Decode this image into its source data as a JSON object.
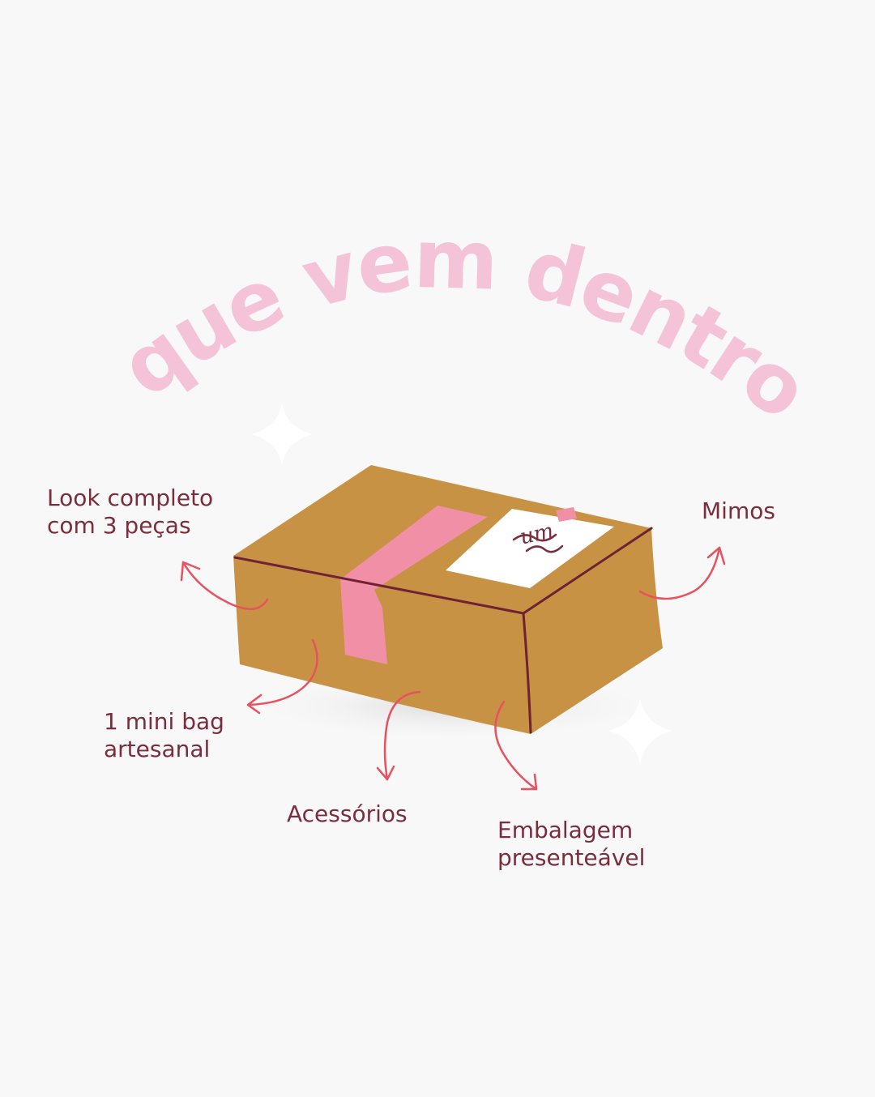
{
  "title": "o que vem dentro?",
  "box_note": "um",
  "items": [
    {
      "id": "look",
      "label": "Look completo\ncom 3 peças"
    },
    {
      "id": "mimos",
      "label": "Mimos"
    },
    {
      "id": "bag",
      "label": "1 mini bag\nartesanal"
    },
    {
      "id": "acess",
      "label": "Acessórios"
    },
    {
      "id": "emb",
      "label": "Embalagem\npresenteável"
    }
  ],
  "colors": {
    "background": "#f8f8f8",
    "title": "#f4c3d8",
    "label_text": "#7a2d3c",
    "arrow": "#e8525f",
    "box": "#c89245",
    "box_edge": "#6e2233",
    "tape": "#f08fa6",
    "note": "#ffffff"
  }
}
